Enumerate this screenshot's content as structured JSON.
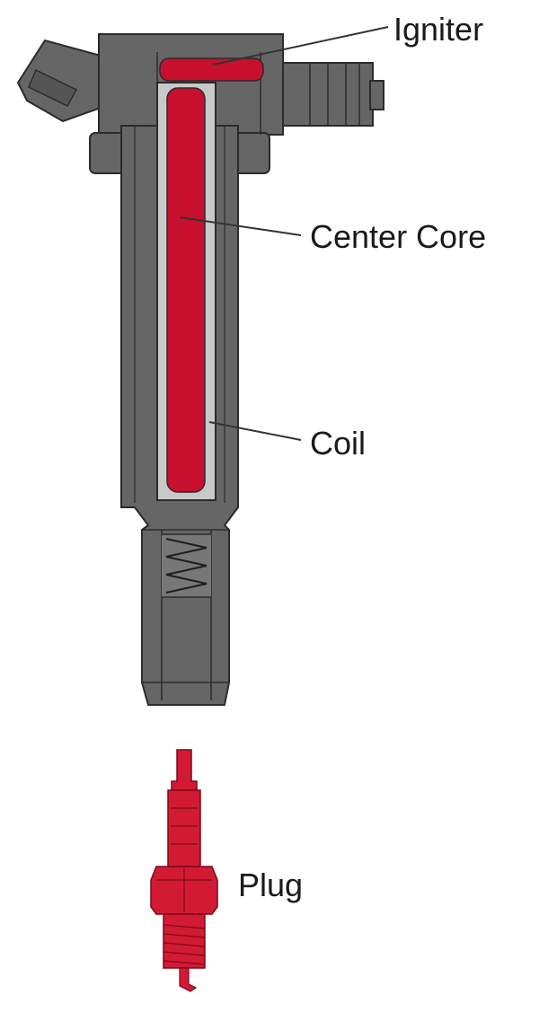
{
  "labels": {
    "igniter": "Igniter",
    "center_core": "Center Core",
    "coil": "Coil",
    "plug": "Plug"
  },
  "colors": {
    "housing": "#666666",
    "housing_dark": "#555555",
    "outline": "#2b2b2b",
    "core_red": "#c8102e",
    "coil_gray": "#c9c9c9",
    "plug_red": "#d21a35",
    "leader": "#333333"
  }
}
